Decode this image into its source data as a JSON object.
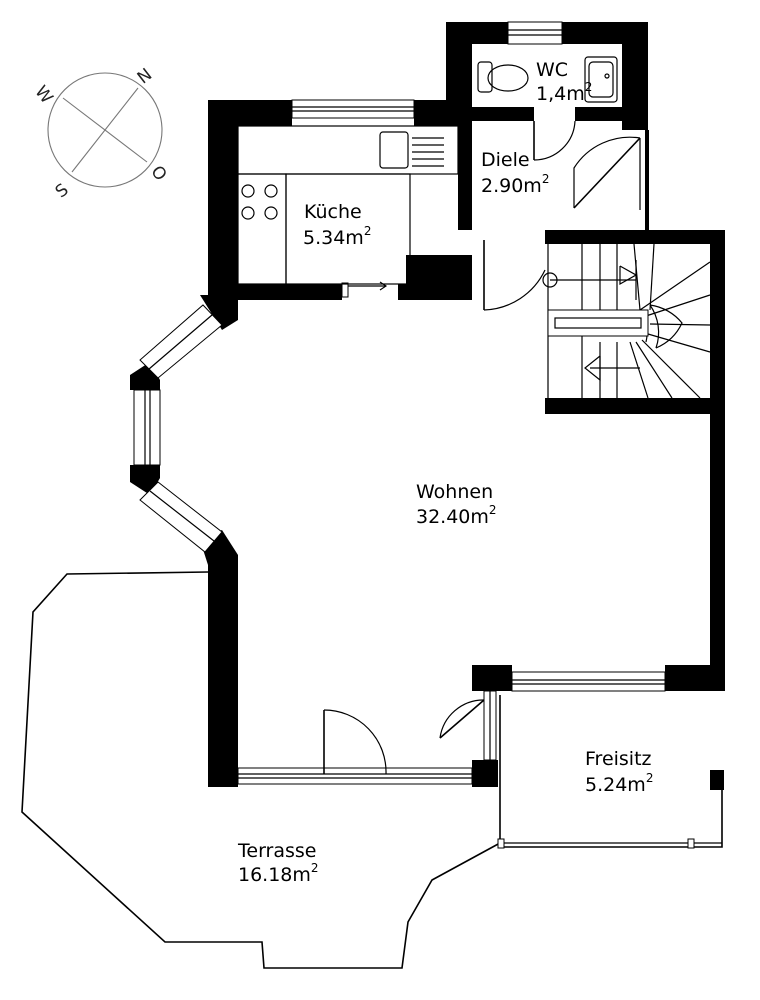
{
  "rooms": {
    "wc": {
      "name": "WC",
      "area": "1,4m",
      "exp": "2"
    },
    "diele": {
      "name": "Diele",
      "area": "2.90m",
      "exp": "2"
    },
    "kueche": {
      "name": "Küche",
      "area": "5.34m",
      "exp": "2"
    },
    "wohnen": {
      "name": "Wohnen",
      "area": "32.40m",
      "exp": "2"
    },
    "freisitz": {
      "name": "Freisitz",
      "area": "5.24m",
      "exp": "2"
    },
    "terrasse": {
      "name": "Terrasse",
      "area": "16.18m",
      "exp": "2"
    }
  },
  "compass": {
    "north": "N",
    "west": "W",
    "south": "S",
    "east": "O"
  },
  "colors": {
    "wall": "#000000",
    "background": "#ffffff",
    "compass": "#777777"
  }
}
